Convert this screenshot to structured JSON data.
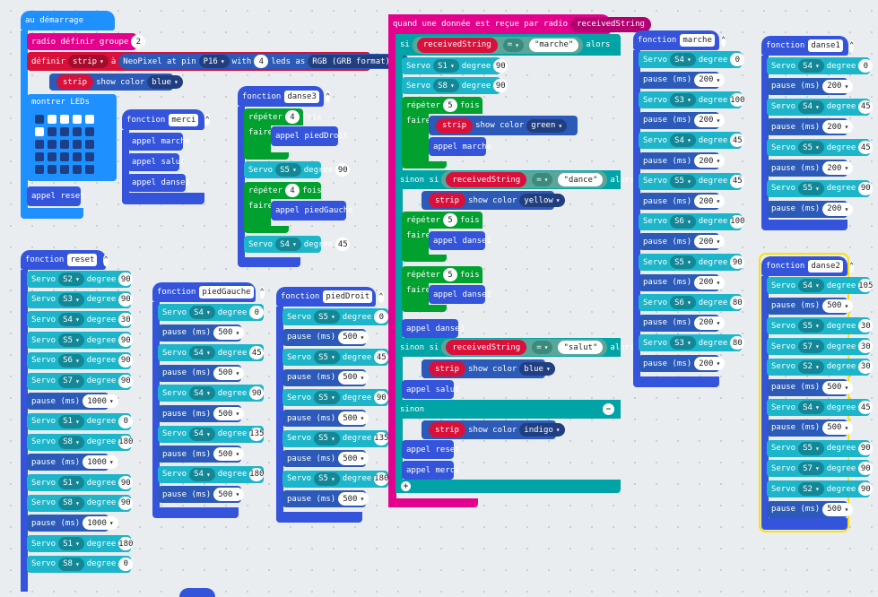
{
  "colors": {
    "servo": "#1cb5c9",
    "pause": "#2c5ab8",
    "func": "#3455db",
    "radio": "#e3008c",
    "loop": "#00a12e",
    "logic": "#00a4a6",
    "led": "#1e90ff",
    "neopixel": "#2c5ab8"
  },
  "on_start": {
    "title": "au démarrage",
    "radio_group": "radio définir groupe",
    "radio_group_val": "2",
    "set_label": "définir",
    "set_var": "strip",
    "set_to": "à",
    "neopixel": "NeoPixel at pin",
    "pin": "P16",
    "with": "with",
    "leds_count": "4",
    "leds_as": "leds as",
    "format": "RGB (GRB format)",
    "show_var": "strip",
    "show_color": "show color",
    "color": "blue",
    "leds_title": "montrer LEDs",
    "call_reset": "appel reset"
  },
  "merci": {
    "header": "fonction",
    "name": "merci",
    "calls": [
      "appel marche",
      "appel salut",
      "appel danse1"
    ]
  },
  "danse3": {
    "header": "fonction",
    "name": "danse3",
    "repeat": "répéter",
    "r1": "4",
    "fois": "fois",
    "faire": "faire",
    "call1": "appel piedDroit",
    "servo_label": "Servo",
    "s1": "S5",
    "degree": "degree",
    "d1": "90",
    "r2": "4",
    "call2": "appel piedGauche",
    "s2": "S4",
    "d2": "45"
  },
  "radio_recv": {
    "title": "quand une donnée est reçue par radio",
    "var": "receivedString",
    "si": "si",
    "eq": "=",
    "marche": "\"marche\"",
    "alors": "alors",
    "servo_label": "Servo",
    "degree": "degree",
    "s1": "S1",
    "d1": "90",
    "s2": "S8",
    "d2": "90",
    "repeat": "répéter",
    "r1": "5",
    "fois": "fois",
    "faire": "faire",
    "strip": "strip",
    "show_color": "show color",
    "green": "green",
    "call_marche": "appel marche",
    "sinon_si": "sinon si",
    "dance": "\"dance\"",
    "yellow": "yellow",
    "r2": "5",
    "call_danse1": "appel danse1",
    "r3": "5",
    "call_danse2": "appel danse2",
    "call_danse3": "appel danse3",
    "salut": "\"salut\"",
    "blue": "blue",
    "call_salut": "appel salut",
    "sinon": "sinon",
    "indigo": "indigo",
    "call_reset": "appel reset",
    "call_merci": "appel merci"
  },
  "marche": {
    "header": "fonction",
    "name": "marche",
    "servo_label": "Servo",
    "degree": "degree",
    "pause_label": "pause (ms)",
    "rows": [
      {
        "t": "servo",
        "s": "S4",
        "d": "0"
      },
      {
        "t": "pause",
        "v": "200"
      },
      {
        "t": "servo",
        "s": "S3",
        "d": "100"
      },
      {
        "t": "pause",
        "v": "200"
      },
      {
        "t": "servo",
        "s": "S4",
        "d": "45"
      },
      {
        "t": "pause",
        "v": "200"
      },
      {
        "t": "servo",
        "s": "S5",
        "d": "45"
      },
      {
        "t": "pause",
        "v": "200"
      },
      {
        "t": "servo",
        "s": "S6",
        "d": "100"
      },
      {
        "t": "pause",
        "v": "200"
      },
      {
        "t": "servo",
        "s": "S5",
        "d": "90"
      },
      {
        "t": "pause",
        "v": "200"
      },
      {
        "t": "servo",
        "s": "S6",
        "d": "80"
      },
      {
        "t": "pause",
        "v": "200"
      },
      {
        "t": "servo",
        "s": "S3",
        "d": "80"
      },
      {
        "t": "pause",
        "v": "200"
      }
    ]
  },
  "danse1": {
    "header": "fonction",
    "name": "danse1",
    "rows": [
      {
        "t": "servo",
        "s": "S4",
        "d": "0"
      },
      {
        "t": "pause",
        "v": "200"
      },
      {
        "t": "servo",
        "s": "S4",
        "d": "45"
      },
      {
        "t": "pause",
        "v": "200"
      },
      {
        "t": "servo",
        "s": "S5",
        "d": "45"
      },
      {
        "t": "pause",
        "v": "200"
      },
      {
        "t": "servo",
        "s": "S5",
        "d": "90"
      },
      {
        "t": "pause",
        "v": "200"
      }
    ]
  },
  "danse2": {
    "header": "fonction",
    "name": "danse2",
    "rows": [
      {
        "t": "servo",
        "s": "S4",
        "d": "105"
      },
      {
        "t": "pause",
        "v": "500"
      },
      {
        "t": "servo",
        "s": "S5",
        "d": "30"
      },
      {
        "t": "servo",
        "s": "S7",
        "d": "30"
      },
      {
        "t": "servo",
        "s": "S2",
        "d": "30"
      },
      {
        "t": "pause",
        "v": "500"
      },
      {
        "t": "servo",
        "s": "S4",
        "d": "45"
      },
      {
        "t": "pause",
        "v": "500"
      },
      {
        "t": "servo",
        "s": "S5",
        "d": "90"
      },
      {
        "t": "servo",
        "s": "S7",
        "d": "90"
      },
      {
        "t": "servo",
        "s": "S2",
        "d": "90"
      },
      {
        "t": "pause",
        "v": "500"
      }
    ]
  },
  "reset": {
    "header": "fonction",
    "name": "reset",
    "rows": [
      {
        "t": "servo",
        "s": "S2",
        "d": "90"
      },
      {
        "t": "servo",
        "s": "S3",
        "d": "90"
      },
      {
        "t": "servo",
        "s": "S4",
        "d": "30"
      },
      {
        "t": "servo",
        "s": "S5",
        "d": "90"
      },
      {
        "t": "servo",
        "s": "S6",
        "d": "90"
      },
      {
        "t": "servo",
        "s": "S7",
        "d": "90"
      },
      {
        "t": "pause",
        "v": "1000"
      },
      {
        "t": "servo",
        "s": "S1",
        "d": "0"
      },
      {
        "t": "servo",
        "s": "S8",
        "d": "180"
      },
      {
        "t": "pause",
        "v": "1000"
      },
      {
        "t": "servo",
        "s": "S1",
        "d": "90"
      },
      {
        "t": "servo",
        "s": "S8",
        "d": "90"
      },
      {
        "t": "pause",
        "v": "1000"
      },
      {
        "t": "servo",
        "s": "S1",
        "d": "180"
      },
      {
        "t": "servo",
        "s": "S8",
        "d": "0"
      }
    ]
  },
  "piedGauche": {
    "header": "fonction",
    "name": "piedGauche",
    "rows": [
      {
        "t": "servo",
        "s": "S4",
        "d": "0"
      },
      {
        "t": "pause",
        "v": "500"
      },
      {
        "t": "servo",
        "s": "S4",
        "d": "45"
      },
      {
        "t": "pause",
        "v": "500"
      },
      {
        "t": "servo",
        "s": "S4",
        "d": "90"
      },
      {
        "t": "pause",
        "v": "500"
      },
      {
        "t": "servo",
        "s": "S4",
        "d": "135"
      },
      {
        "t": "pause",
        "v": "500"
      },
      {
        "t": "servo",
        "s": "S4",
        "d": "180"
      },
      {
        "t": "pause",
        "v": "500"
      }
    ]
  },
  "piedDroit": {
    "header": "fonction",
    "name": "piedDroit",
    "rows": [
      {
        "t": "servo",
        "s": "S5",
        "d": "0"
      },
      {
        "t": "pause",
        "v": "500"
      },
      {
        "t": "servo",
        "s": "S5",
        "d": "45"
      },
      {
        "t": "pause",
        "v": "500"
      },
      {
        "t": "servo",
        "s": "S5",
        "d": "90"
      },
      {
        "t": "pause",
        "v": "500"
      },
      {
        "t": "servo",
        "s": "S5",
        "d": "135"
      },
      {
        "t": "pause",
        "v": "500"
      },
      {
        "t": "servo",
        "s": "S5",
        "d": "180"
      },
      {
        "t": "pause",
        "v": "500"
      }
    ]
  }
}
